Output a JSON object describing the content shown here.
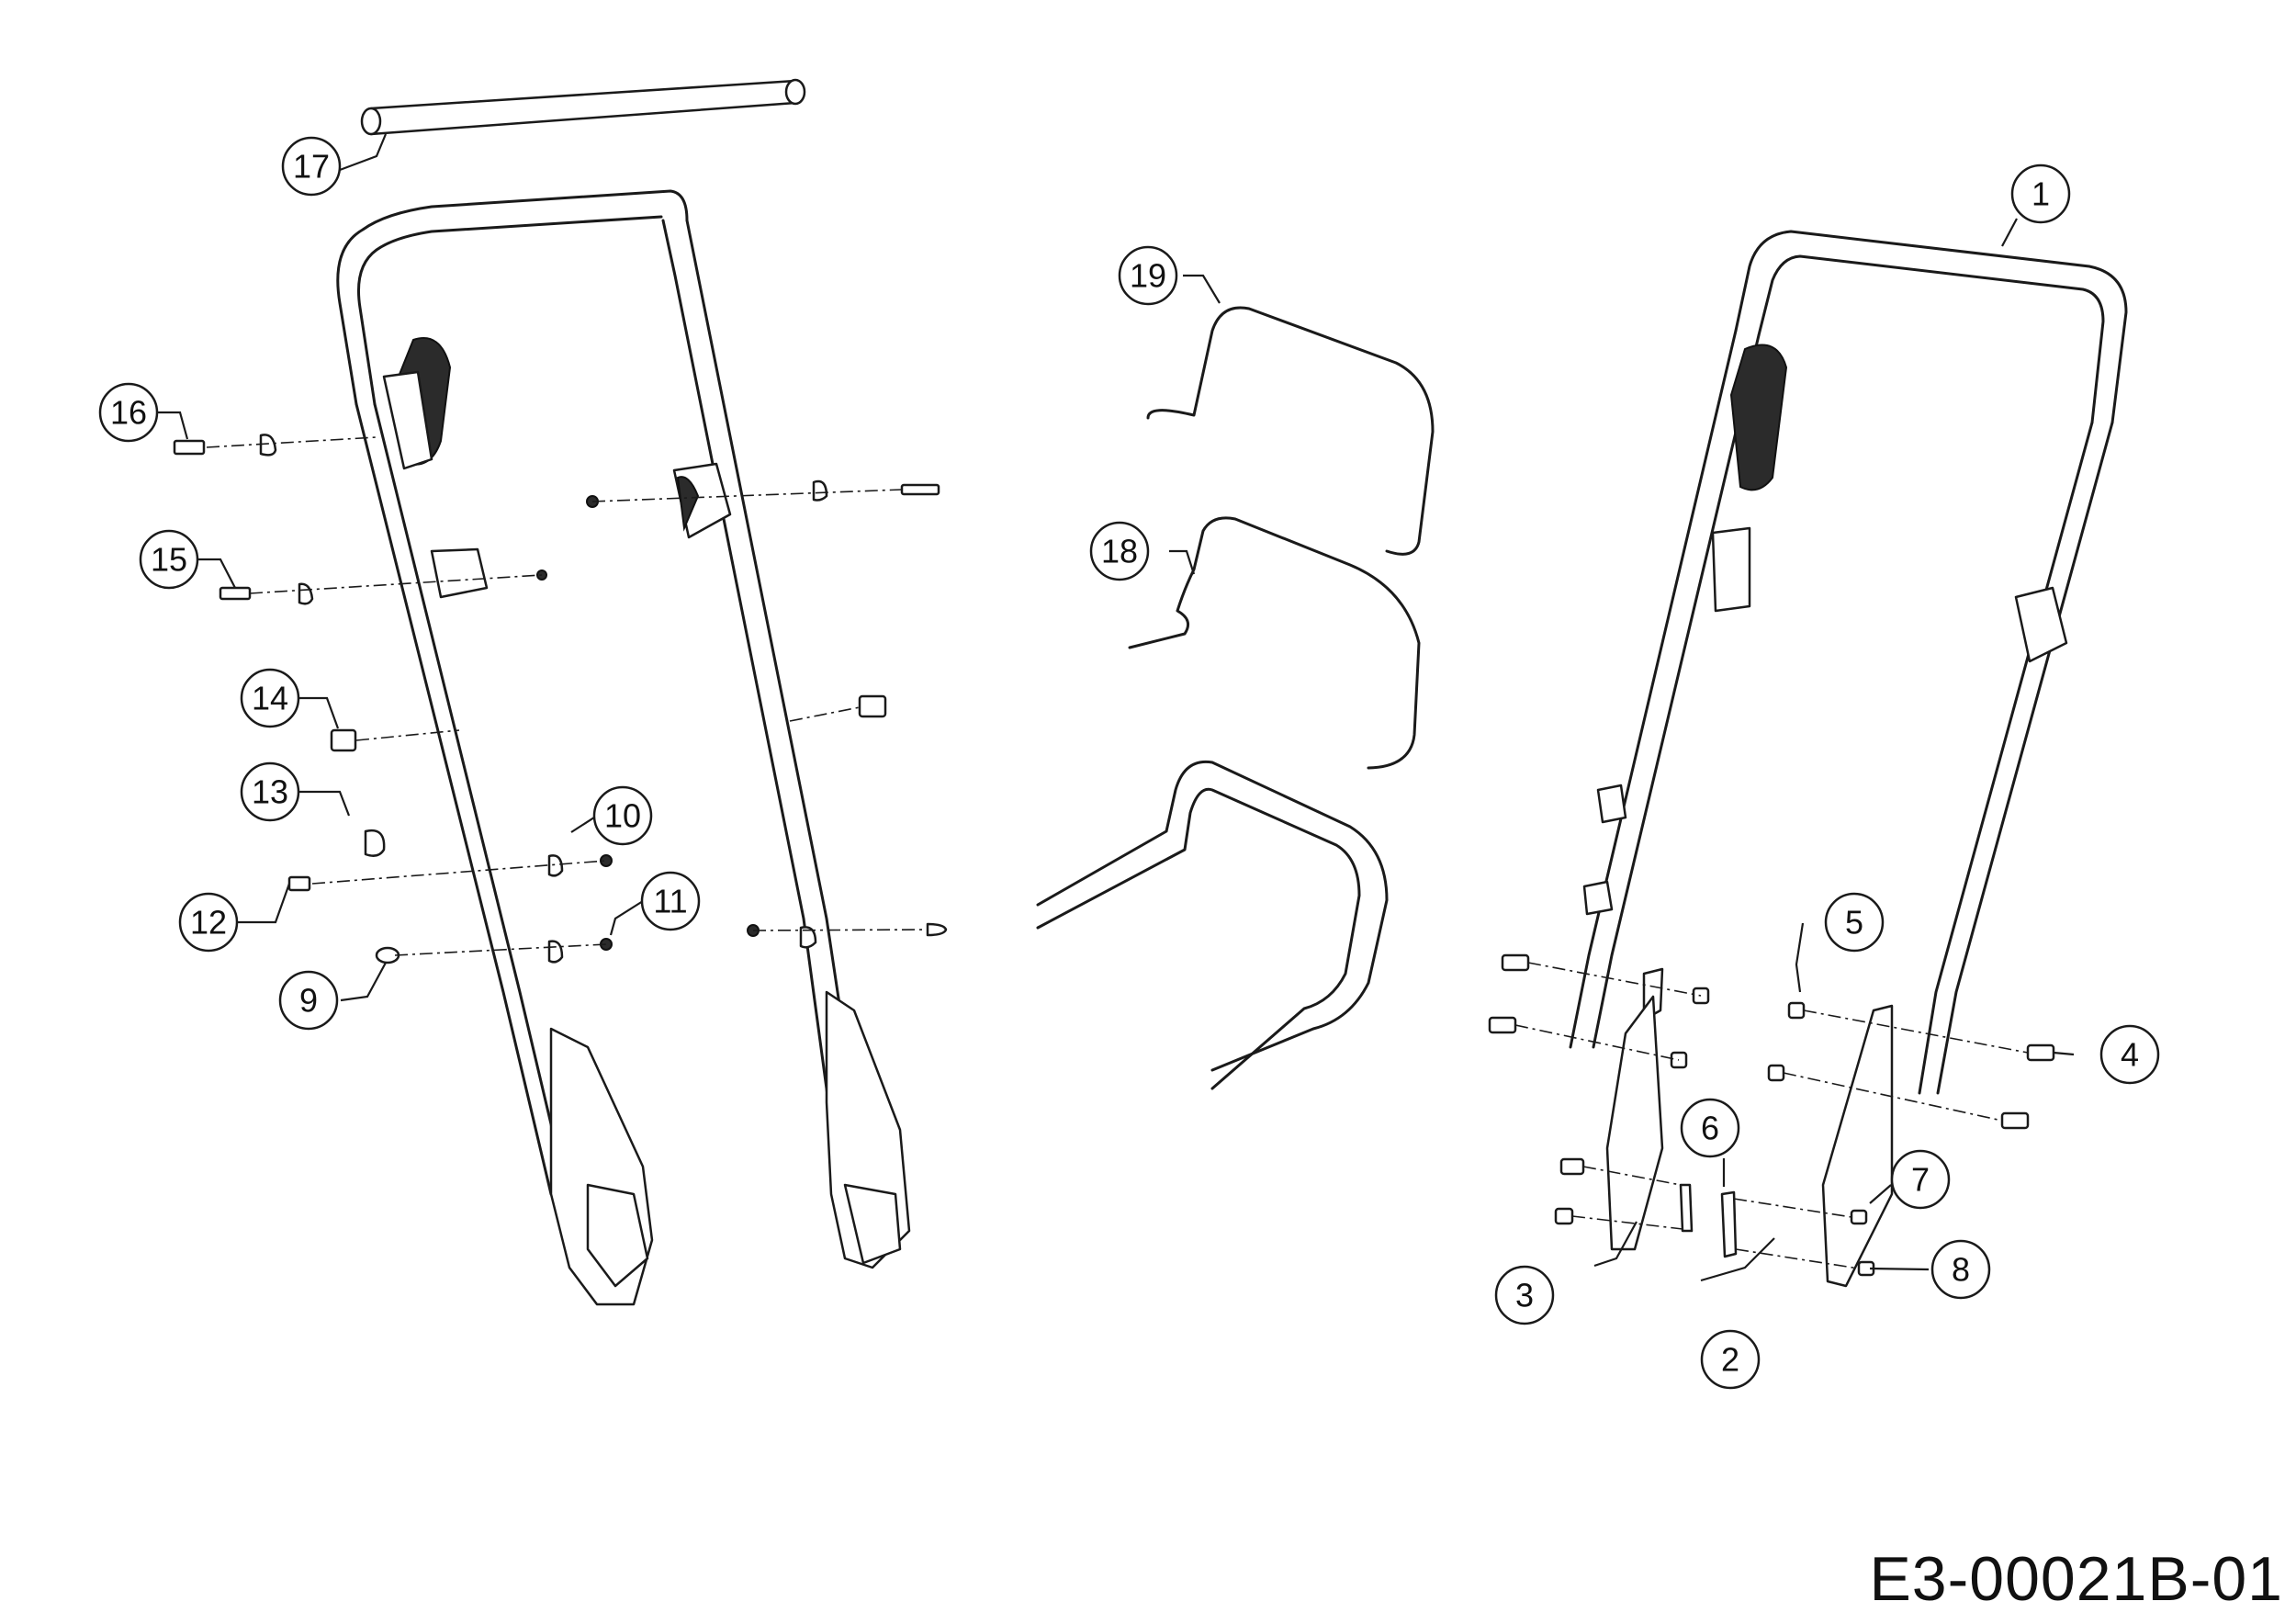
{
  "drawing_code": "E3-00021B-01",
  "callouts": [
    "1",
    "2",
    "3",
    "4",
    "5",
    "6",
    "7",
    "8",
    "9",
    "10",
    "11",
    "12",
    "13",
    "14",
    "15",
    "16",
    "17",
    "18",
    "19"
  ]
}
